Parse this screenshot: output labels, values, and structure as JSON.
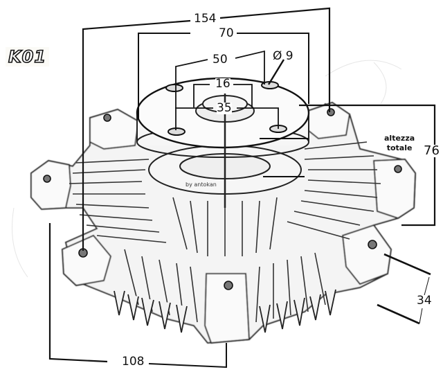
{
  "part_code": "K01",
  "watermark": "by antokan",
  "dimensions": {
    "outer_bolt_span": "154",
    "flange_outer": "70",
    "bolt_circle": "50",
    "hole_diameter": "Ø 9",
    "pilot_inner": "16",
    "pilot_outer": "35",
    "total_height": "76",
    "total_height_label_line1": "altezza",
    "total_height_label_line2": "totale",
    "ear_thickness": "34",
    "center_to_ear": "108"
  },
  "colors": {
    "line": "#111111",
    "sketch": "#3a3a3a",
    "background": "#ffffff"
  }
}
